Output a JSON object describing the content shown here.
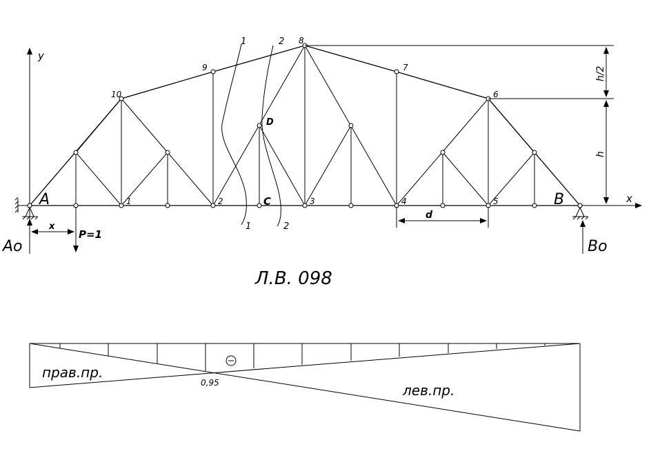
{
  "truss": {
    "support_a_label": "A",
    "support_b_label": "B",
    "reaction_a_label": "Ao",
    "reaction_b_label": "Bo",
    "axis_x_label": "x",
    "axis_y_label": "y",
    "load_label": "P=1",
    "load_distance_label": "x",
    "panel_label": "d",
    "height_label": "h",
    "half_height_label": "h/2",
    "point_c_label": "C",
    "point_d_label": "D",
    "bottom_nodes": [
      "1",
      "2",
      "3",
      "4",
      "5"
    ],
    "top_nodes": [
      "10",
      "9",
      "8",
      "7",
      "6"
    ],
    "section_1_label": "1",
    "section_2_label": "2"
  },
  "caption": "Л.В. 098",
  "influence_line": {
    "right_part_label": "прав.пр.",
    "left_part_label": "лев.пр.",
    "ordinate_label": "0,95",
    "sign": "⊖"
  }
}
